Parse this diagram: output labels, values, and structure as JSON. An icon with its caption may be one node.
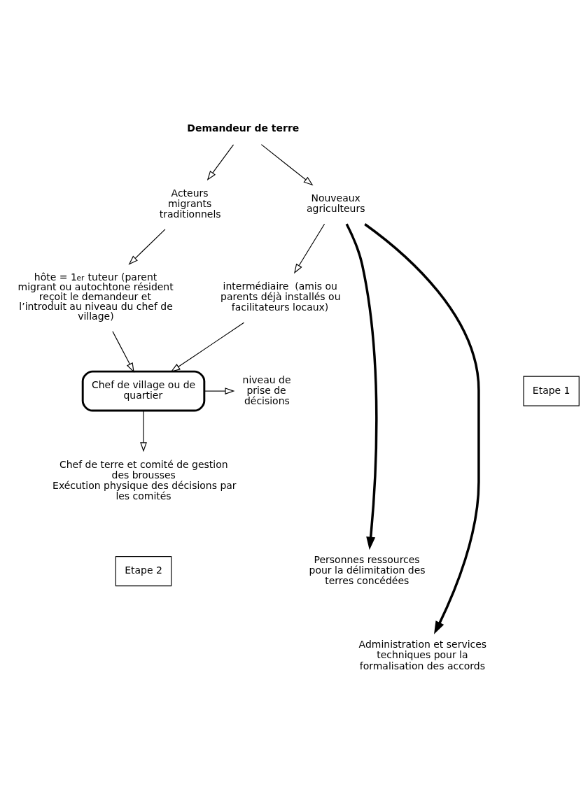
{
  "diagram": {
    "nodes": [
      {
        "text": [
          "Demandeur de terre"
        ]
      },
      {
        "text": [
          "Acteurs migrants traditionnels"
        ]
      },
      {
        "text": [
          "Nouveaux agriculteurs"
        ]
      },
      {
        "text": [
          "hôte = 1$^{er}$ tuteur (parent migrant ou autochtone résident reçoit le demandeur et l’introduit au niveau du chef de village)"
        ]
      },
      {
        "text": [
          "intermédiaire  (amis ou parents déjà installés ou facilitateurs locaux)"
        ]
      },
      {
        "text": [
          "Chef de village ou de quartier"
        ]
      },
      {
        "text": [
          "niveau de prise de décisions"
        ]
      },
      {
        "text": [
          "Chef de terre et comité de gestion des brousses",
          "Exécution physique des décisions par les comités"
        ]
      },
      {
        "text": [
          "Etape 1"
        ]
      },
      {
        "text": [
          "Etape 2"
        ]
      },
      {
        "text": [
          "Personnes ressources pour la délimitation des terres concédées"
        ]
      },
      {
        "text": [
          "Administration et services techniques pour la formalisation des accords"
        ]
      }
    ],
    "edges": [
      {
        "from": 0,
        "to": 1,
        "arrow": "to"
      },
      {
        "from": 0,
        "to": 2,
        "arrow": "to"
      },
      {
        "from": 1,
        "to": 3,
        "arrow": "to"
      },
      {
        "from": 2,
        "to": 4,
        "arrow": "to"
      },
      {
        "from": 3,
        "to": 5,
        "arrow": "to"
      },
      {
        "from": 4,
        "to": 5,
        "arrow": "to"
      },
      {
        "from": 5,
        "to": 7,
        "arrow": "to"
      },
      {
        "from": 5,
        "to": 6,
        "arrow": "to"
      },
      {
        "from": 2,
        "to": 10,
        "arrow": "to",
        "style": "thick"
      },
      {
        "from": 2,
        "to": 11,
        "arrow": "to",
        "style": "thick"
      }
    ]
  }
}
